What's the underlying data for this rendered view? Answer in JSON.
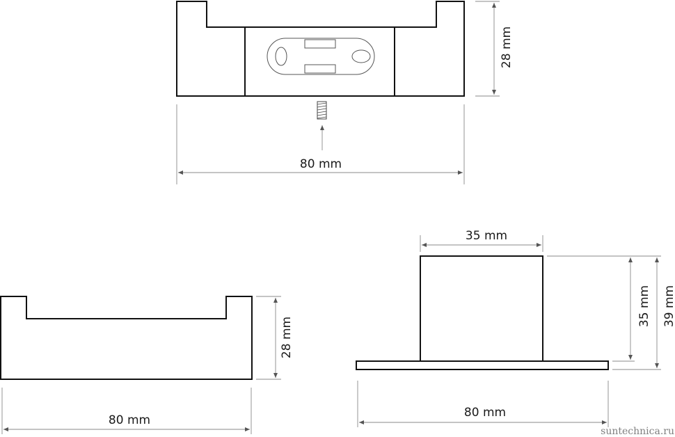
{
  "labels": {
    "top_view_height": "28 mm",
    "top_view_width": "80 mm",
    "front_view_height": "28 mm",
    "front_view_width": "80 mm",
    "side_view_top_width": "35 mm",
    "side_view_height_inner": "35 mm",
    "side_view_height_outer": "39 mm",
    "side_view_width": "80 mm"
  },
  "watermark": "suntechnica.ru",
  "colors": {
    "line": "#111111",
    "dimension": "#555555",
    "text": "#1a1a1a",
    "watermark": "#7f7f7f"
  }
}
